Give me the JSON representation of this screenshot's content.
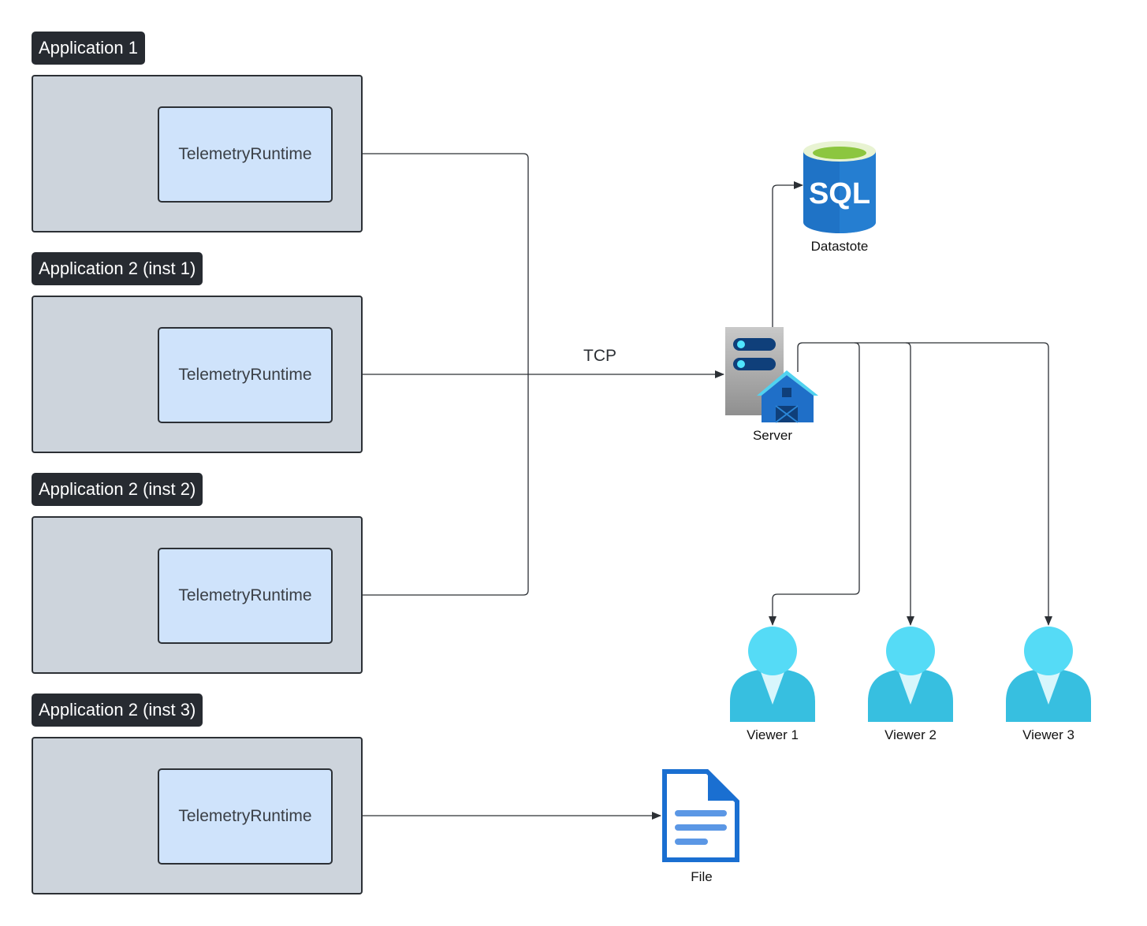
{
  "applications": [
    {
      "label": "Application 1",
      "runtime": "TelemetryRuntime"
    },
    {
      "label": "Application 2 (inst 1)",
      "runtime": "TelemetryRuntime"
    },
    {
      "label": "Application 2 (inst 2)",
      "runtime": "TelemetryRuntime"
    },
    {
      "label": "Application 2 (inst 3)",
      "runtime": "TelemetryRuntime"
    }
  ],
  "connection": {
    "protocol": "TCP"
  },
  "datastore": {
    "icon_text": "SQL",
    "label": "Datastote"
  },
  "server": {
    "label": "Server"
  },
  "viewers": [
    {
      "label": "Viewer 1"
    },
    {
      "label": "Viewer 2"
    },
    {
      "label": "Viewer 3"
    }
  ],
  "file": {
    "label": "File"
  },
  "colors": {
    "app_tag": "#272b31",
    "app_box": "#cdd4dc",
    "runtime_box": "#cfe3fb",
    "connector": "#2c3035",
    "sql_blue": "#1f73c6",
    "sql_green": "#8cc63f",
    "viewer": "#50d2f0",
    "file_blue": "#1a6fd1"
  }
}
